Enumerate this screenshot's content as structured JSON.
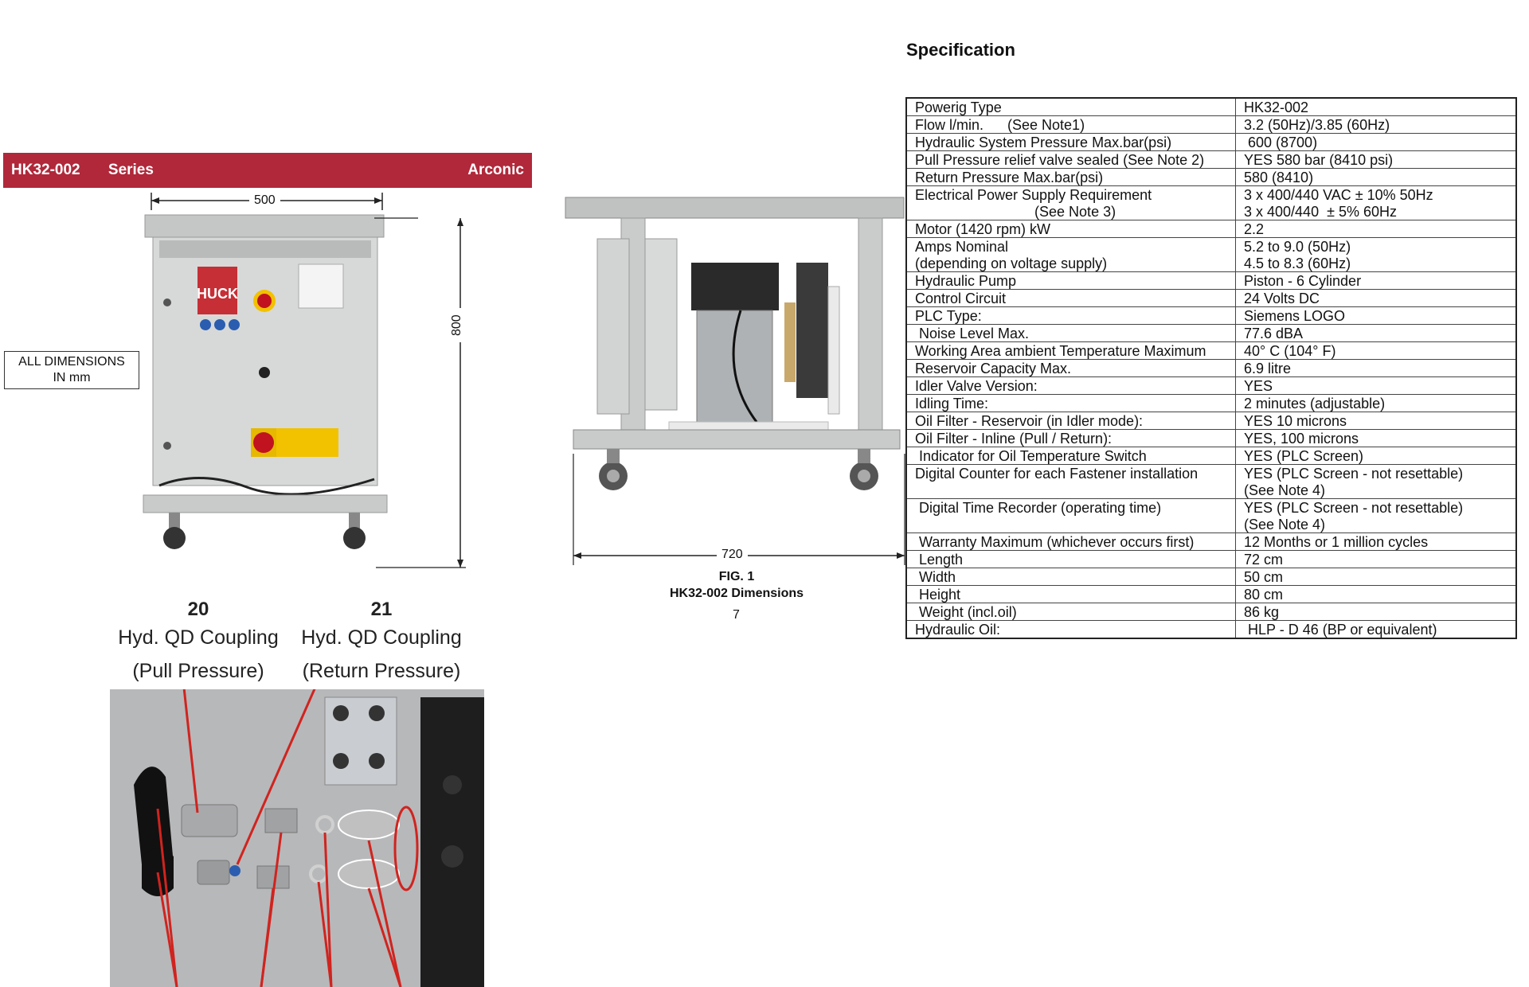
{
  "banner": {
    "model": "HK32-002",
    "series": "Series",
    "brand": "Arconic"
  },
  "dims": {
    "width": "500",
    "height": "800",
    "depth": "720",
    "note_line1": "ALL DIMENSIONS",
    "note_line2": "IN mm"
  },
  "front_unit": {
    "logo": "HUCK"
  },
  "couplings": [
    {
      "number": "20",
      "name": "Hyd. QD Coupling",
      "type": "(Pull Pressure)"
    },
    {
      "number": "21",
      "name": "Hyd. QD Coupling",
      "type": "(Return Pressure)"
    }
  ],
  "figure": {
    "label": "FIG. 1",
    "caption": "HK32-002 Dimensions",
    "page_number": "7"
  },
  "spec": {
    "title": "Specification",
    "rows": [
      [
        "Powerig Type",
        "HK32-002"
      ],
      [
        "Flow l/min.      (See Note1)",
        "3.2 (50Hz)/3.85 (60Hz)"
      ],
      [
        "Hydraulic System Pressure Max.bar(psi)",
        " 600 (8700)"
      ],
      [
        "Pull Pressure relief valve sealed (See Note 2)",
        "YES 580 bar (8410 psi)"
      ],
      [
        "Return Pressure Max.bar(psi)",
        "580 (8410)"
      ],
      [
        "Electrical Power Supply Requirement",
        "3 x 400/440 VAC ± 10% 50Hz"
      ],
      [
        "                              (See Note 3)",
        "3 x 400/440  ± 5% 60Hz"
      ],
      [
        "Motor (1420 rpm) kW",
        "2.2"
      ],
      [
        "Amps Nominal",
        "5.2 to 9.0 (50Hz)"
      ],
      [
        "(depending on voltage supply)",
        "4.5 to 8.3 (60Hz)"
      ],
      [
        "Hydraulic Pump",
        "Piston - 6 Cylinder"
      ],
      [
        "Control Circuit",
        "24 Volts DC"
      ],
      [
        "PLC Type:",
        "Siemens LOGO"
      ],
      [
        " Noise Level Max.",
        "77.6 dBA"
      ],
      [
        "Working Area ambient Temperature Maximum",
        "40° C (104° F)"
      ],
      [
        "Reservoir Capacity Max.",
        "6.9 litre"
      ],
      [
        "Idler Valve Version:",
        "YES"
      ],
      [
        "Idling Time:",
        "2 minutes (adjustable)"
      ],
      [
        "Oil Filter - Reservoir (in Idler mode):",
        "YES 10 microns"
      ],
      [
        "Oil Filter - Inline (Pull / Return):",
        "YES, 100 microns"
      ],
      [
        " Indicator for Oil Temperature Switch",
        "YES (PLC Screen)"
      ],
      [
        "Digital Counter for each Fastener installation",
        "YES (PLC Screen - not resettable)"
      ],
      [
        "",
        "(See Note 4)"
      ],
      [
        " Digital Time Recorder (operating time)",
        "YES (PLC Screen - not resettable)"
      ],
      [
        "",
        "(See Note 4)"
      ],
      [
        " Warranty Maximum (whichever occurs first)",
        "12 Months or 1 million cycles"
      ],
      [
        " Length",
        "72 cm"
      ],
      [
        " Width",
        "50 cm"
      ],
      [
        " Height",
        "80 cm"
      ],
      [
        " Weight (incl.oil)",
        "86 kg"
      ],
      [
        "Hydraulic Oil:",
        " HLP - D 46 (BP or equivalent)"
      ]
    ]
  },
  "colors": {
    "banner": "#b0283a",
    "cabinet": "#d7d9d8",
    "arrow": "#d0241f"
  }
}
